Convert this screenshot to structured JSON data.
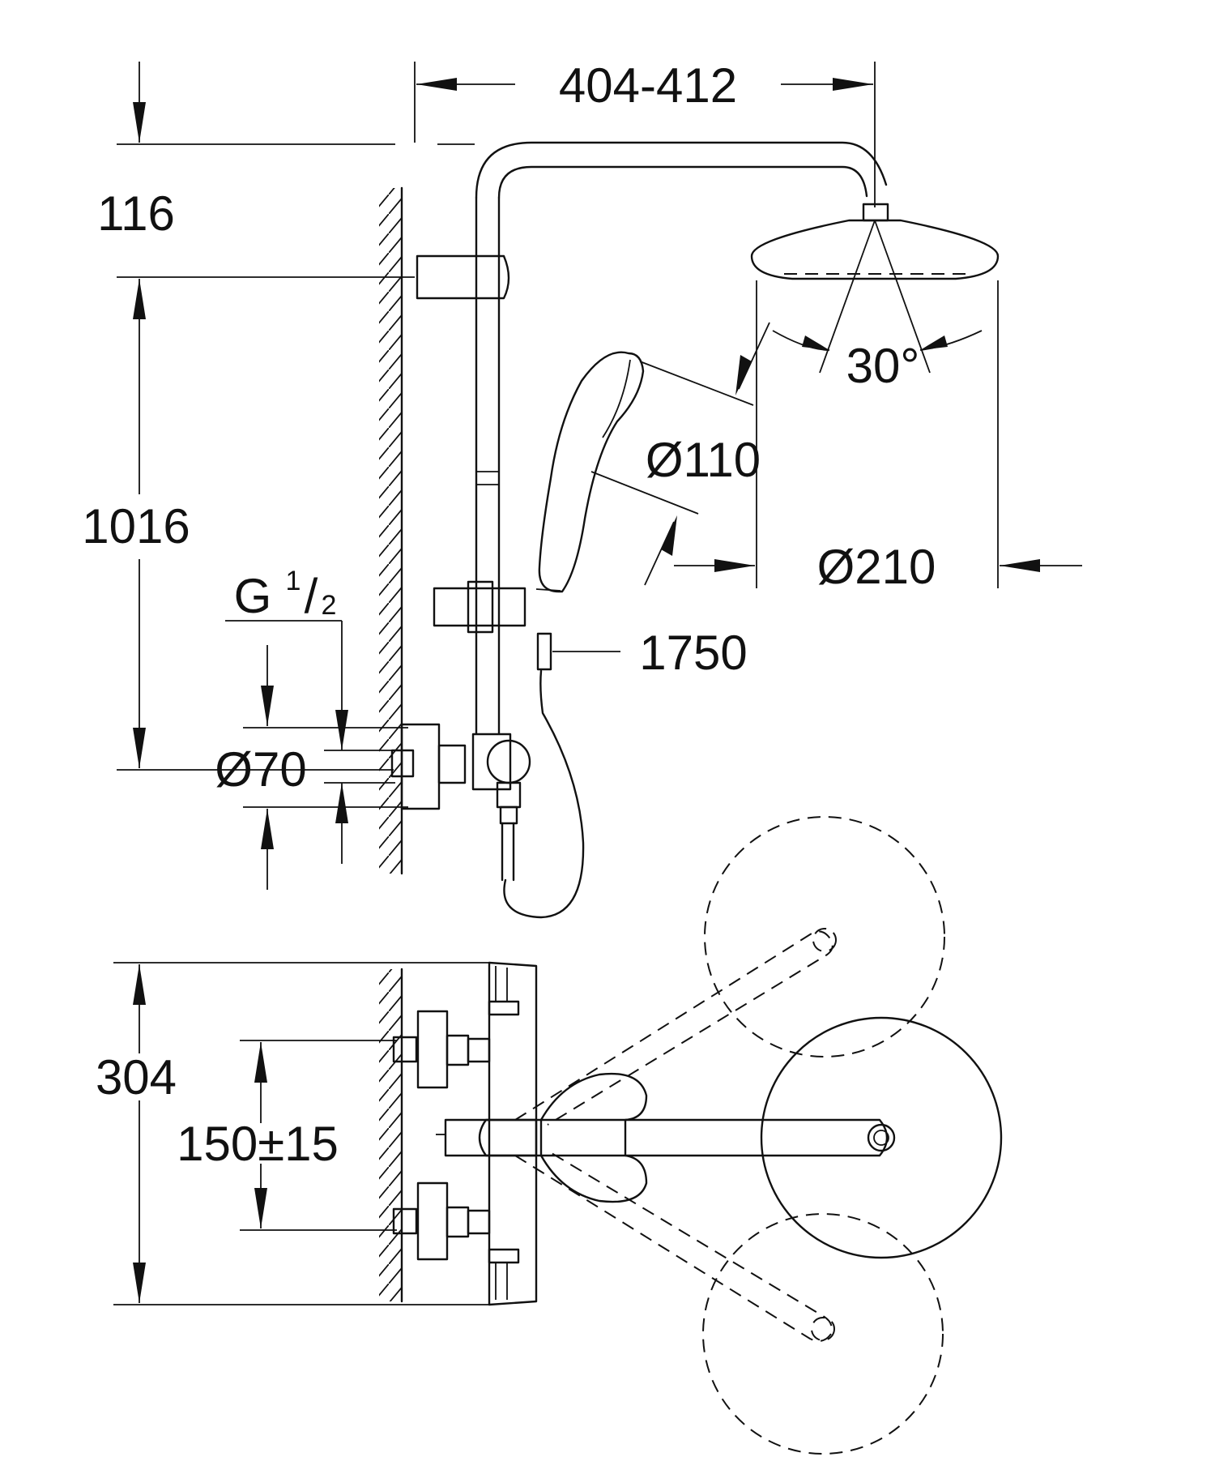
{
  "dimensions": {
    "projection": "404-412",
    "arm_height": "116",
    "rail_height": "1016",
    "thread": "G",
    "thread_num": "1",
    "thread_den": "2",
    "hand_shower_dia": "Ø110",
    "head_dia": "Ø210",
    "angle": "30°",
    "hose_length": "1750",
    "inlet_dia": "Ø70",
    "mixer_height": "304",
    "centres": "150±15"
  },
  "icons": {
    "dim_arrow": "dimension-arrow-icon",
    "wall_hatch": "wall-hatching-icon"
  },
  "colors": {
    "line": "#111111",
    "background": "#ffffff"
  }
}
